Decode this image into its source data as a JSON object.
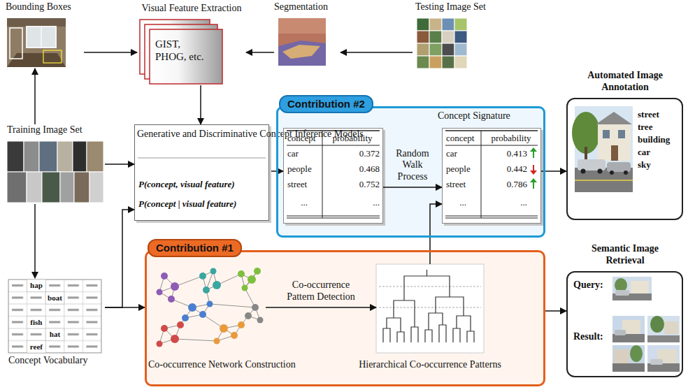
{
  "diagram": {
    "nodes": [
      {
        "text": [
          "Bounding Boxes"
        ]
      },
      {
        "text": [
          "Visual Feature Extraction",
          "GIST, PHOG, etc."
        ]
      },
      {
        "text": [
          "Segmentation"
        ]
      },
      {
        "text": [
          "Testing Image Set"
        ]
      },
      {
        "text": [
          "Training Image Set"
        ]
      },
      {
        "text": [
          "Generative and Discriminative Concept Inference Models",
          "P(concept, visual feature)",
          "P(concept | visual feature)"
        ]
      },
      {
        "text": [
          "Contribution #2"
        ]
      },
      {
        "text": [
          "concept",
          "probability",
          "car",
          "0.372",
          "people",
          "0.468",
          "street",
          "0.752",
          "...",
          "..."
        ],
        "in": 6
      },
      {
        "text": [
          "Concept Signature",
          "concept",
          "probability",
          "car",
          "0.413",
          "people",
          "0.442",
          "street",
          "0.786",
          "...",
          "..."
        ],
        "in": 6
      },
      {
        "text": [
          "Automated Image Annotation",
          "street",
          "tree",
          "building",
          "car",
          "sky"
        ]
      },
      {
        "text": [
          "Concept Vocabulary"
        ]
      },
      {
        "text": [
          "Contribution #1"
        ]
      },
      {
        "text": [
          "Co-occurrence Network Construction"
        ],
        "in": 11
      },
      {
        "text": [
          "Hierarchical Co-occurrence Patterns"
        ],
        "in": 11
      },
      {
        "text": [
          "Semantic Image Retrieval",
          "Query:",
          "Result:"
        ]
      }
    ],
    "edges": [
      {
        "from": 4,
        "to": 0,
        "arrow": "to"
      },
      {
        "from": 0,
        "to": 1,
        "arrow": "to"
      },
      {
        "from": 3,
        "to": 2,
        "arrow": "to"
      },
      {
        "from": 2,
        "to": 1,
        "arrow": "to"
      },
      {
        "from": 1,
        "to": 5,
        "arrow": "to"
      },
      {
        "from": 4,
        "to": 5,
        "arrow": "to"
      },
      {
        "from": 4,
        "to": 10,
        "arrow": "to"
      },
      {
        "from": 10,
        "to": 5,
        "arrow": "to"
      },
      {
        "from": 10,
        "to": 11,
        "arrow": "to"
      },
      {
        "from": 5,
        "to": 7,
        "arrow": "to"
      },
      {
        "from": 7,
        "to": 8,
        "label": "Random Walk Process",
        "arrow": "to"
      },
      {
        "from": 12,
        "to": 13,
        "label": "Co-occurrence Pattern Detection",
        "arrow": "to"
      },
      {
        "from": 13,
        "to": 8,
        "arrow": "to"
      },
      {
        "from": 8,
        "to": 9,
        "arrow": "to"
      },
      {
        "from": 11,
        "to": 14,
        "arrow": "to"
      }
    ],
    "labels": [
      "hap",
      "boat",
      "fish",
      "hat",
      "reef"
    ]
  }
}
